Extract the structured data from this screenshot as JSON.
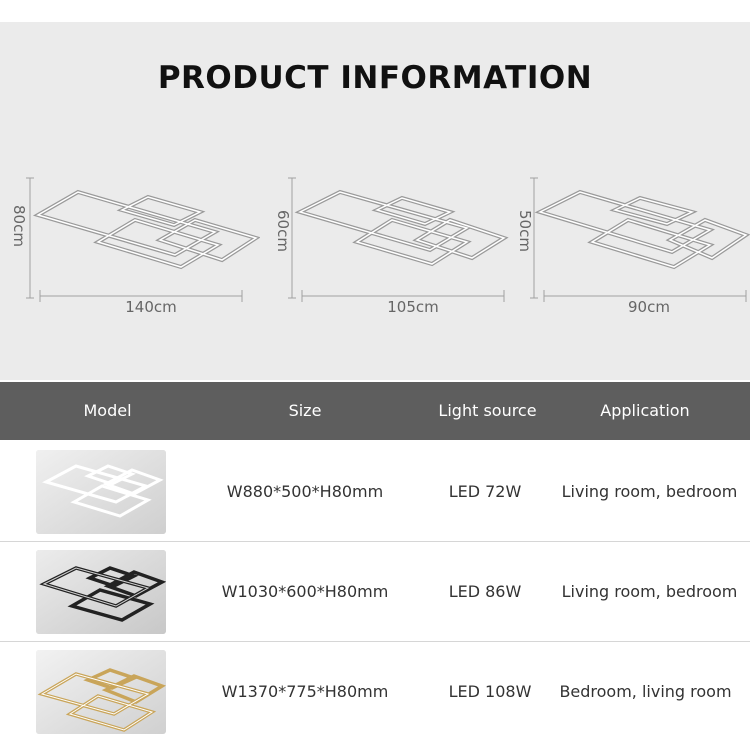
{
  "header": {
    "title": "PRODUCT INFORMATION"
  },
  "dimensions": [
    {
      "height": "80cm",
      "width": "140cm"
    },
    {
      "height": "60cm",
      "width": "105cm"
    },
    {
      "height": "50cm",
      "width": "90cm"
    }
  ],
  "table": {
    "columns": [
      "Model",
      "Size",
      "Light source",
      "Application"
    ],
    "rows": [
      {
        "thumb_style": "white",
        "size": "W880*500*H80mm",
        "light": "LED 72W",
        "application": "Living room, bedroom"
      },
      {
        "thumb_style": "black",
        "size": "W1030*600*H80mm",
        "light": "LED 86W",
        "application": "Living room, bedroom"
      },
      {
        "thumb_style": "gold",
        "size": "W1370*775*H80mm",
        "light": "LED 108W",
        "application": "Bedroom, living room"
      }
    ]
  },
  "colors": {
    "top_bg": "#ebebeb",
    "header_bg": "#5e5e5e",
    "frame_gray": "#9a9a9a",
    "frame_white": "#ffffff",
    "frame_black": "#222222",
    "frame_gold": "#c9a55a"
  }
}
